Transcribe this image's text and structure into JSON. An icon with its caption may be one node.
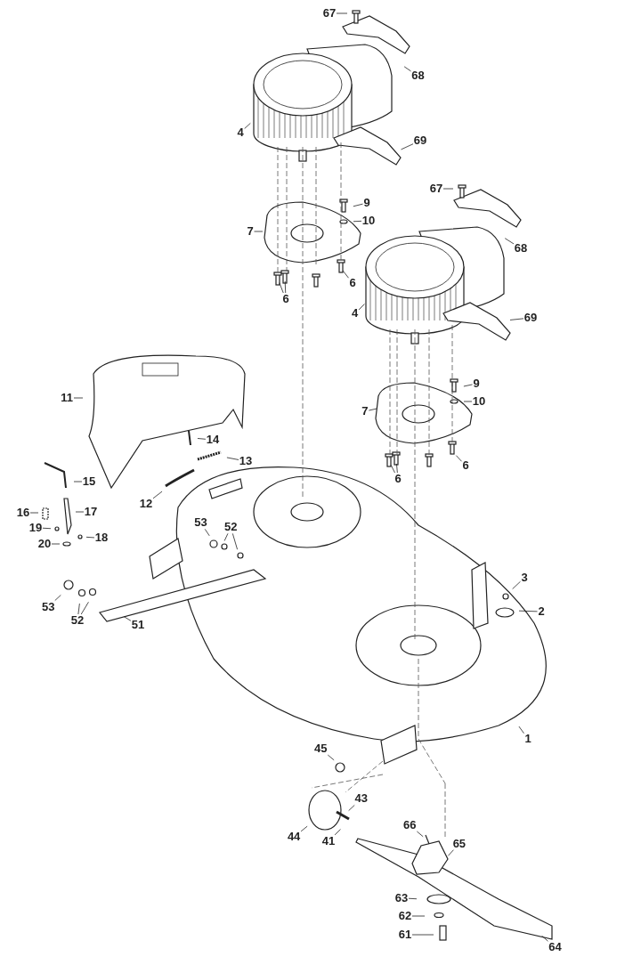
{
  "diagram": {
    "nodes": [
      {
        "text": [
          "67"
        ]
      },
      {
        "text": [
          "68"
        ]
      },
      {
        "text": [
          "4"
        ]
      },
      {
        "text": [
          "69"
        ]
      },
      {
        "text": [
          "9"
        ]
      },
      {
        "text": [
          "10"
        ]
      },
      {
        "text": [
          "7"
        ]
      },
      {
        "text": [
          "6"
        ]
      },
      {
        "text": [
          "6"
        ]
      },
      {
        "text": [
          "67"
        ]
      },
      {
        "text": [
          "68"
        ]
      },
      {
        "text": [
          "4"
        ]
      },
      {
        "text": [
          "69"
        ]
      },
      {
        "text": [
          "9"
        ]
      },
      {
        "text": [
          "10"
        ]
      },
      {
        "text": [
          "7"
        ]
      },
      {
        "text": [
          "6"
        ]
      },
      {
        "text": [
          "6"
        ]
      },
      {
        "text": [
          "11"
        ]
      },
      {
        "text": [
          "14"
        ]
      },
      {
        "text": [
          "13"
        ]
      },
      {
        "text": [
          "15"
        ]
      },
      {
        "text": [
          "12"
        ]
      },
      {
        "text": [
          "16"
        ]
      },
      {
        "text": [
          "17"
        ]
      },
      {
        "text": [
          "19"
        ]
      },
      {
        "text": [
          "18"
        ]
      },
      {
        "text": [
          "20"
        ]
      },
      {
        "text": [
          "53"
        ]
      },
      {
        "text": [
          "52"
        ]
      },
      {
        "text": [
          "3"
        ]
      },
      {
        "text": [
          "2"
        ]
      },
      {
        "text": [
          "53"
        ]
      },
      {
        "text": [
          "52"
        ]
      },
      {
        "text": [
          "51"
        ]
      },
      {
        "text": [
          "1"
        ]
      },
      {
        "text": [
          "45"
        ]
      },
      {
        "text": [
          "43"
        ]
      },
      {
        "text": [
          "44"
        ]
      },
      {
        "text": [
          "41"
        ]
      },
      {
        "text": [
          "66"
        ]
      },
      {
        "text": [
          "65"
        ]
      },
      {
        "text": [
          "63"
        ]
      },
      {
        "text": [
          "62"
        ]
      },
      {
        "text": [
          "61"
        ]
      },
      {
        "text": [
          "64"
        ]
      }
    ],
    "edges": [
      {
        "from": 0,
        "to": null,
        "arrow": "none"
      },
      {
        "from": 1,
        "to": null,
        "arrow": "none"
      },
      {
        "from": 2,
        "to": null,
        "arrow": "none"
      },
      {
        "from": 3,
        "to": null,
        "arrow": "none"
      },
      {
        "from": 4,
        "to": null,
        "arrow": "none"
      },
      {
        "from": 5,
        "to": null,
        "arrow": "none"
      },
      {
        "from": 6,
        "to": null,
        "arrow": "none"
      },
      {
        "from": 7,
        "to": null,
        "arrow": "none"
      },
      {
        "from": 8,
        "to": null,
        "arrow": "none"
      },
      {
        "from": 8,
        "to": null,
        "arrow": "none"
      },
      {
        "from": 9,
        "to": null,
        "arrow": "none"
      },
      {
        "from": 10,
        "to": null,
        "arrow": "none"
      },
      {
        "from": 11,
        "to": null,
        "arrow": "none"
      },
      {
        "from": 12,
        "to": null,
        "arrow": "none"
      },
      {
        "from": 13,
        "to": null,
        "arrow": "none"
      },
      {
        "from": 14,
        "to": null,
        "arrow": "none"
      },
      {
        "from": 15,
        "to": null,
        "arrow": "none"
      },
      {
        "from": 16,
        "to": null,
        "arrow": "none"
      },
      {
        "from": 17,
        "to": null,
        "arrow": "none"
      },
      {
        "from": 17,
        "to": null,
        "arrow": "none"
      },
      {
        "from": 18,
        "to": null,
        "arrow": "none"
      },
      {
        "from": 19,
        "to": null,
        "arrow": "none"
      },
      {
        "from": 20,
        "to": null,
        "arrow": "none"
      },
      {
        "from": 21,
        "to": null,
        "arrow": "none"
      },
      {
        "from": 22,
        "to": null,
        "arrow": "none"
      },
      {
        "from": 23,
        "to": null,
        "arrow": "none"
      },
      {
        "from": 24,
        "to": null,
        "arrow": "none"
      },
      {
        "from": 25,
        "to": null,
        "arrow": "none"
      },
      {
        "from": 26,
        "to": null,
        "arrow": "none"
      },
      {
        "from": 27,
        "to": null,
        "arrow": "none"
      },
      {
        "from": 28,
        "to": null,
        "arrow": "none"
      },
      {
        "from": 29,
        "to": null,
        "arrow": "none"
      },
      {
        "from": 29,
        "to": null,
        "arrow": "none"
      },
      {
        "from": 30,
        "to": null,
        "arrow": "none"
      },
      {
        "from": 31,
        "to": null,
        "arrow": "none"
      },
      {
        "from": 32,
        "to": null,
        "arrow": "none"
      },
      {
        "from": 33,
        "to": null,
        "arrow": "none"
      },
      {
        "from": 33,
        "to": null,
        "arrow": "none"
      },
      {
        "from": 34,
        "to": null,
        "arrow": "none"
      },
      {
        "from": 35,
        "to": null,
        "arrow": "none"
      },
      {
        "from": 36,
        "to": null,
        "arrow": "none"
      },
      {
        "from": 37,
        "to": null,
        "arrow": "none"
      },
      {
        "from": 38,
        "to": null,
        "arrow": "none"
      },
      {
        "from": 39,
        "to": null,
        "arrow": "none"
      },
      {
        "from": 40,
        "to": null,
        "arrow": "none"
      },
      {
        "from": 41,
        "to": null,
        "arrow": "none"
      },
      {
        "from": 42,
        "to": null,
        "arrow": "none"
      },
      {
        "from": 43,
        "to": null,
        "arrow": "none"
      },
      {
        "from": 44,
        "to": null,
        "arrow": "none"
      },
      {
        "from": 45,
        "to": null,
        "arrow": "none"
      }
    ]
  }
}
